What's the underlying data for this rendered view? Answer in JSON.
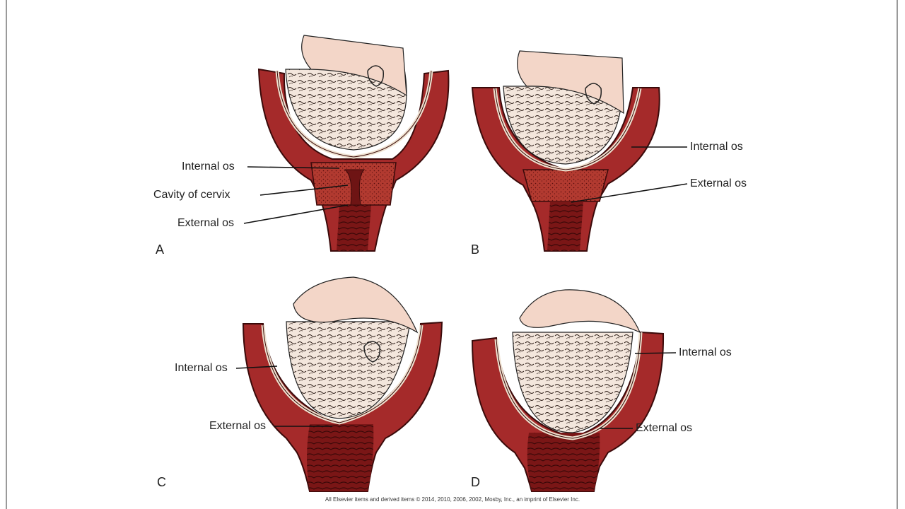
{
  "colors": {
    "tissue": "#a52a2a",
    "tissue_dark": "#6e1414",
    "tissue_edge": "#3a0a0a",
    "skin": "#f3d6c8",
    "hair": "#2a1a14",
    "membrane": "#efe2d0"
  },
  "panels": [
    {
      "letter": "A",
      "labels": {
        "internal_os": "Internal os",
        "cavity": "Cavity of cervix",
        "external_os": "External os"
      }
    },
    {
      "letter": "B",
      "labels": {
        "internal_os": "Internal os",
        "external_os": "External os"
      }
    },
    {
      "letter": "C",
      "labels": {
        "internal_os": "Internal os",
        "external_os": "External os"
      }
    },
    {
      "letter": "D",
      "labels": {
        "internal_os": "Internal os",
        "external_os": "External os"
      }
    }
  ],
  "copyright": "All Elsevier items and derived items © 2014, 2010, 2006, 2002, Mosby, Inc., an imprint of Elsevier Inc."
}
